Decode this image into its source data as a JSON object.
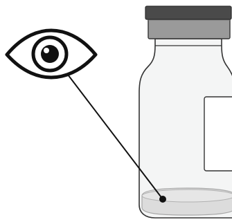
{
  "scene": {
    "description_items": [
      "eye-icon",
      "sight-line",
      "vial",
      "vial-cap",
      "vial-label",
      "vial-liquid",
      "focus-dot"
    ],
    "colors": {
      "cap_top": "#4a4a4a",
      "cap_band": "#9a9a9a",
      "cap_collar": "#b3b3b3",
      "glass_fill": "#f4f5f5",
      "glass_outline": "#333333",
      "label_fill": "#ffffff",
      "liquid_fill": "#dcdcdc",
      "liquid_outline": "#a8a8a8",
      "ink": "#111111"
    }
  }
}
